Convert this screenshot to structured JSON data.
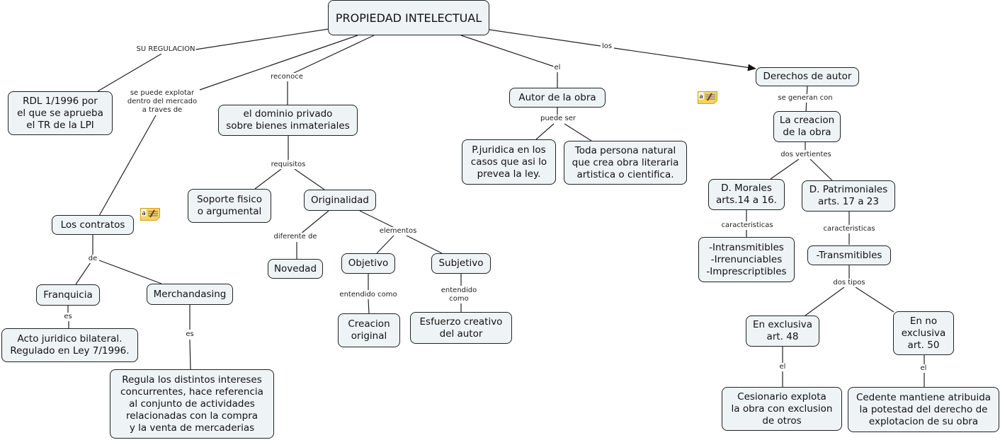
{
  "map": {
    "nodes": {
      "root": "PROPIEDAD INTELECTUAL",
      "rdl": "RDL 1/1996 por\nel que se aprueba\nel TR de la LPI",
      "dominio": "el dominio privado\nsobre bienes inmateriales",
      "autor": "Autor de la obra",
      "derechos": "Derechos de autor",
      "pjuridica": "P.juridica en los\ncasos que asi lo\nprevea la ley.",
      "persona": "Toda persona natural\nque crea obra literaria\nartistica o cientifica.",
      "creacion": "La creacion\nde la obra",
      "morales": "D. Morales\narts.14 a 16.",
      "patrimoniales": "D. Patrimoniales\narts. 17 a 23",
      "intransmitibles": "-Intransmitibles\n-Irrenunciables\n-Imprescriptibles",
      "transmitibles": "-Transmitibles",
      "exclusiva": "En exclusiva\nart. 48",
      "noexclusiva": "En no\nexclusiva\nart. 50",
      "cesionario": "Cesionario explota\nla obra con exclusion\nde otros",
      "cedente": "Cedente mantiene atribuida\nla potestad del derecho de\nexplotacion de su obra",
      "soporte": "Soporte fisico\no argumental",
      "originalidad": "Originalidad",
      "novedad": "Novedad",
      "objetivo": "Objetivo",
      "subjetivo": "Subjetivo",
      "creacion_original": "Creacion\noriginal",
      "esfuerzo": "Esfuerzo creativo\ndel autor",
      "contratos": "Los contratos",
      "franquicia": "Franquicia",
      "merchandasing": "Merchandasing",
      "acto": "Acto juridico bilateral.\nRegulado en Ley 7/1996.",
      "regula": "Regula los distintos intereses\nconcurrentes, hace referencia\nal conjunto de actividades\nrelacionadas con la compra\ny la venta de mercaderias"
    },
    "links": {
      "su_regulacion": "SU REGULACION",
      "explotar": "se puede explotar\ndentro del mercado\na traves de",
      "reconoce": "reconoce",
      "el_autor": "el",
      "los": "los",
      "puede_ser": "puede ser",
      "se_generan": "se generan con",
      "dos_vertientes": "dos vertientes",
      "caract1": "caracteristicas",
      "caract2": "caracteristicas",
      "dos_tipos": "dos tipos",
      "el1": "el",
      "el2": "el",
      "requisitos": "requisitos",
      "diferente": "diferente de",
      "elementos": "elementos",
      "entendido1": "entendido como",
      "entendido2": "entendido\ncomo",
      "de": "de",
      "es1": "es",
      "es2": "es"
    },
    "notes": [
      "note-icon",
      "note-icon",
      "note-icon"
    ],
    "colors": {
      "node_fill": "#eef3f5",
      "line": "#222222",
      "note": "#f5c542"
    }
  }
}
